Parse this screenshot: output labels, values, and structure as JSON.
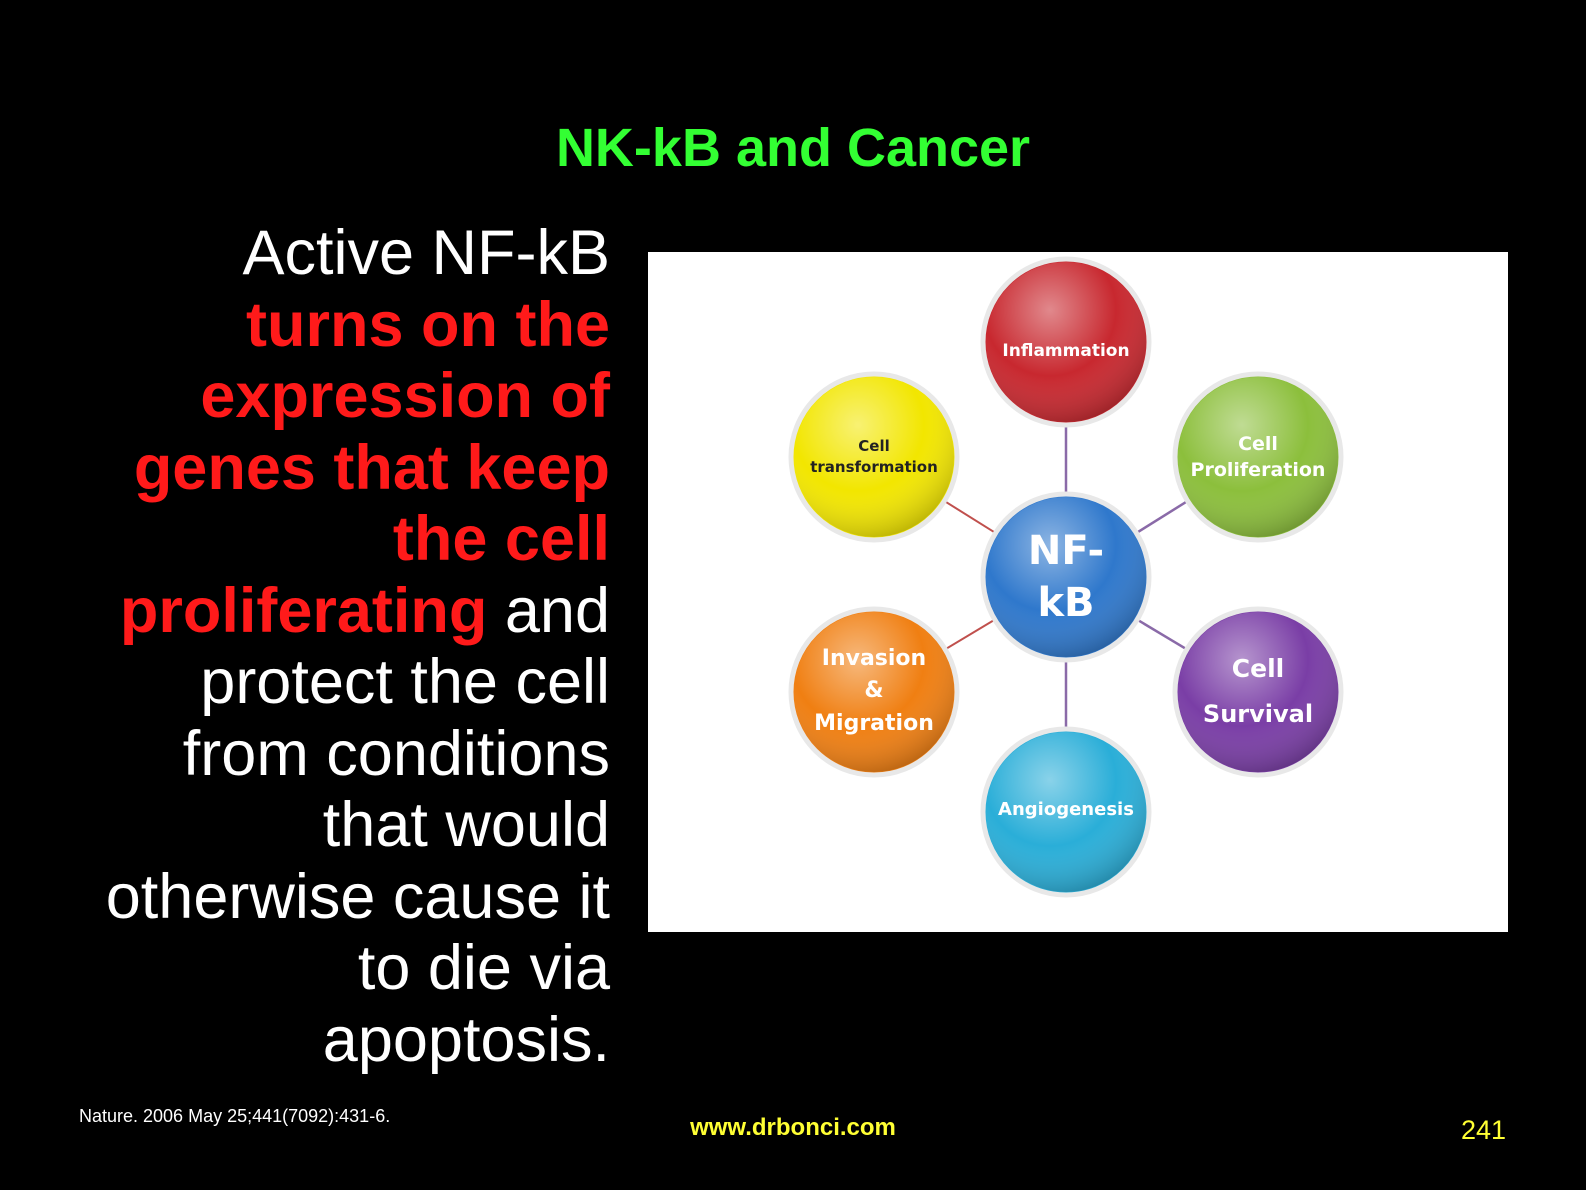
{
  "slide": {
    "title": "NK-kB and Cancer",
    "body": {
      "seg1": "Active NF-kB ",
      "seg2": "turns on the expression of genes that keep the cell proliferating",
      "seg3": " and protect the cell from conditions that would otherwise cause it to die via apoptosis."
    },
    "citation": "Nature. 2006 May 25;441(7092):431-6.",
    "website": "www.drbonci.com",
    "page_number": "241"
  },
  "diagram": {
    "center": {
      "line1": "NF-",
      "line2": "kB",
      "color": "#2f78cc"
    },
    "nodes": [
      {
        "id": "inflammation",
        "line1": "Inflammation",
        "line2": "",
        "color": "#c8282f",
        "text_color": "#ffffff"
      },
      {
        "id": "cell-proliferation",
        "line1": "Cell",
        "line2": "Proliferation",
        "color": "#8cbf3c",
        "text_color": "#ffffff"
      },
      {
        "id": "cell-survival",
        "line1": "Cell",
        "line2": "Survival",
        "color": "#7a3ea6",
        "text_color": "#ffffff"
      },
      {
        "id": "angiogenesis",
        "line1": "Angiogenesis",
        "line2": "",
        "color": "#2aaed8",
        "text_color": "#ffffff"
      },
      {
        "id": "invasion-migration",
        "line1": "Invasion",
        "line2": "&",
        "line3": "Migration",
        "color": "#f07f12",
        "text_color": "#ffffff"
      },
      {
        "id": "cell-transformation",
        "line1": "Cell",
        "line2": "transformation",
        "color": "#f2e600",
        "text_color": "#222222"
      }
    ]
  }
}
